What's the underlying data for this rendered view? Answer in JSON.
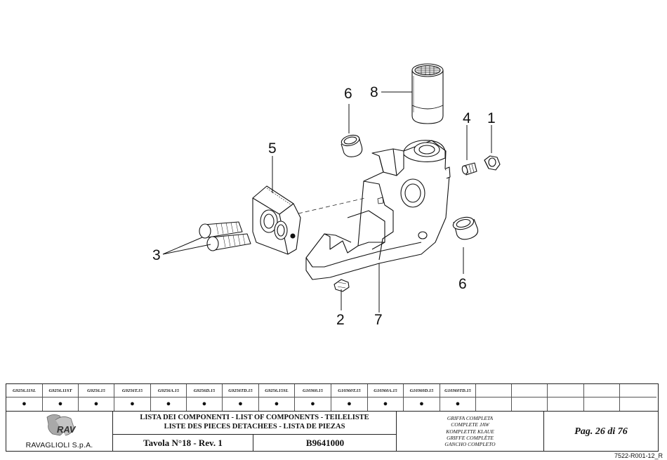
{
  "callouts": [
    {
      "n": "1"
    },
    {
      "n": "2"
    },
    {
      "n": "3"
    },
    {
      "n": "4"
    },
    {
      "n": "5"
    },
    {
      "n": "6"
    },
    {
      "n": "6"
    },
    {
      "n": "7"
    },
    {
      "n": "8"
    }
  ],
  "models": [
    {
      "code": "G9256.11SL",
      "mark": "●"
    },
    {
      "code": "G9256.11ST",
      "mark": "●"
    },
    {
      "code": "G9256.15",
      "mark": "●"
    },
    {
      "code": "G9256T.15",
      "mark": "●"
    },
    {
      "code": "G9256A.15",
      "mark": "●"
    },
    {
      "code": "G9256D.15",
      "mark": "●"
    },
    {
      "code": "G9256TD.15",
      "mark": "●"
    },
    {
      "code": "G9256.15SL",
      "mark": "●"
    },
    {
      "code": "G10360.15",
      "mark": "●"
    },
    {
      "code": "G10360T.15",
      "mark": "●"
    },
    {
      "code": "G10360A.15",
      "mark": "●"
    },
    {
      "code": "G10360D.15",
      "mark": "●"
    },
    {
      "code": "G10360TD.15",
      "mark": "●"
    },
    {
      "code": "",
      "mark": ""
    },
    {
      "code": "",
      "mark": ""
    },
    {
      "code": "",
      "mark": ""
    },
    {
      "code": "",
      "mark": ""
    },
    {
      "code": "",
      "mark": ""
    }
  ],
  "company": "RAVAGLIOLI S.p.A.",
  "logo_text": "RAV",
  "title_line1": "LISTA DEI COMPONENTI - LIST OF COMPONENTS - TEILELISTE",
  "title_line2": "LISTE DES PIECES DETACHEES - LISTA DE PIEZAS",
  "tavola": "Tavola N°18 - Rev. 1",
  "drawing_code": "B9641000",
  "description": [
    "GRIFFA COMPLETA",
    "COMPLETE JAW",
    "KOMPLETTE KLAUE",
    "GRIFFE COMPLÈTE",
    "GANCHO COMPLETO"
  ],
  "page_label": "Pag. 26 di 76",
  "doc_ref": "7522-R001-12_R"
}
